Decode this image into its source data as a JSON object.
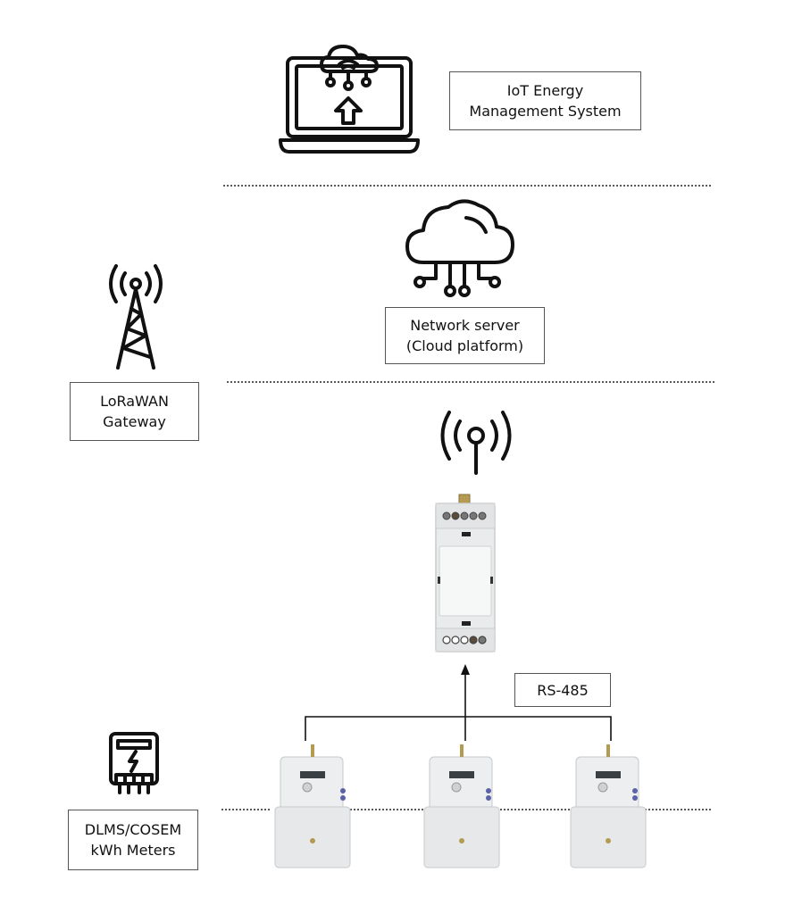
{
  "labels": {
    "iot_ems": [
      "IoT Energy",
      "Management System"
    ],
    "network_server": [
      "Network server",
      "(Cloud platform)"
    ],
    "gateway": [
      "LoRaWAN",
      "Gateway"
    ],
    "rs485": "RS-485",
    "meters": [
      "DLMS/COSEM",
      "kWh Meters"
    ]
  },
  "icons": {
    "laptop": "laptop-cloud-upload-icon",
    "cloud": "cloud-network-icon",
    "tower": "radio-tower-icon",
    "antenna": "wireless-antenna-icon",
    "meter": "electric-meter-icon"
  },
  "colors": {
    "line": "#111111",
    "box_border": "#555555",
    "device": "#e9ebec"
  }
}
